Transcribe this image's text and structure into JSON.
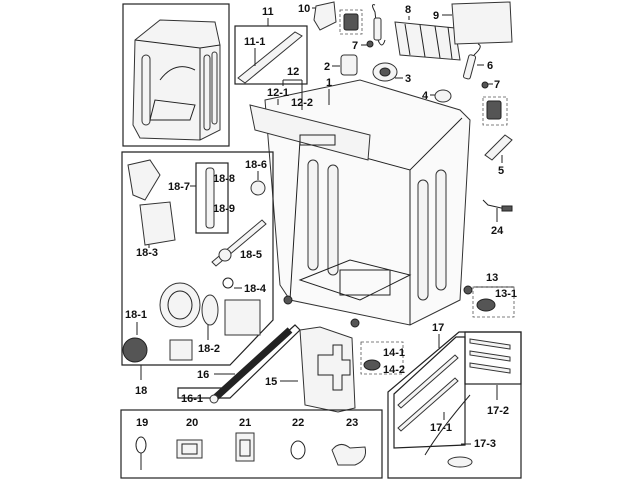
{
  "diagram": {
    "title": "Washer cabinet exploded parts view",
    "labels": {
      "p1": "1",
      "p2": "2",
      "p3": "3",
      "p4": "4",
      "p5": "5",
      "p6": "6",
      "p7a": "7",
      "p7b": "7",
      "p8": "8",
      "p9": "9",
      "p10": "10",
      "p11": "11",
      "p11_1": "11-1",
      "p12": "12",
      "p12_1": "12-1",
      "p12_2": "12-2",
      "p13": "13",
      "p13_1": "13-1",
      "p14_1": "14-1",
      "p14_2": "14-2",
      "p15": "15",
      "p16": "16",
      "p16_1": "16-1",
      "p17": "17",
      "p17_1": "17-1",
      "p17_2": "17-2",
      "p17_3": "17-3",
      "p18": "18",
      "p18_1": "18-1",
      "p18_2": "18-2",
      "p18_3": "18-3",
      "p18_4": "18-4",
      "p18_5": "18-5",
      "p18_6": "18-6",
      "p18_7": "18-7",
      "p18_8": "18-8",
      "p18_9": "18-9",
      "p19": "19",
      "p20": "20",
      "p21": "21",
      "p22": "22",
      "p23": "23",
      "p24": "24"
    }
  }
}
